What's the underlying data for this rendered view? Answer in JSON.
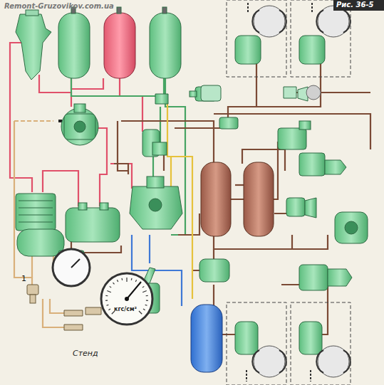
{
  "diagram": {
    "labels": [
      "Remont-Gruzovikov.com.ua",
      "Рис. 36-5",
      "1",
      "кгс/см²",
      "Стенд"
    ]
  }
}
